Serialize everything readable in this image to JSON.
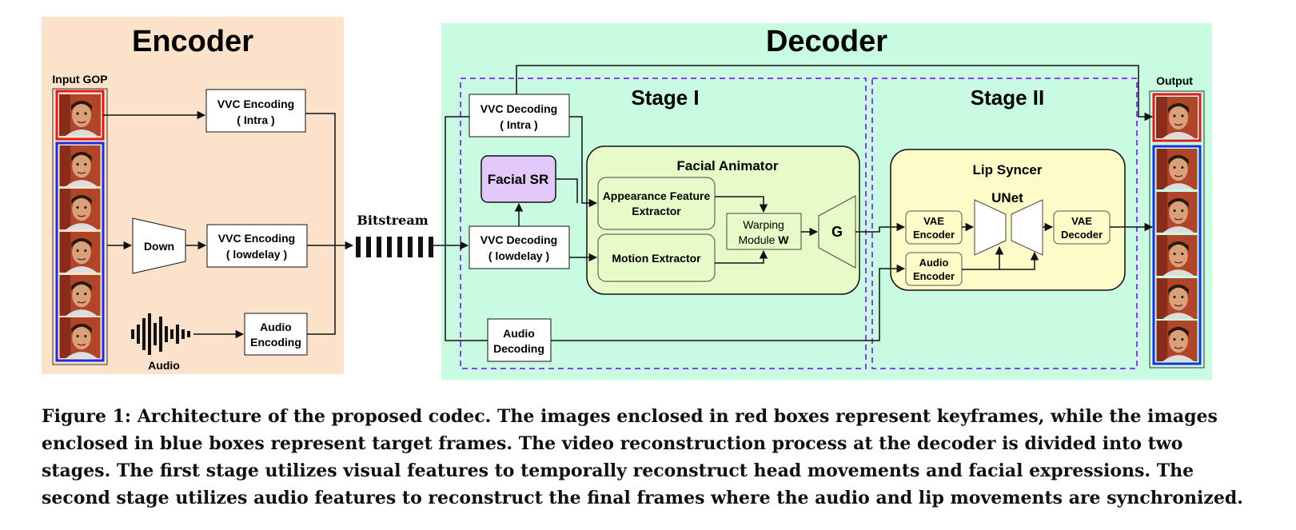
{
  "encoder": {
    "title": "Encoder",
    "input_label": "Input GOP",
    "blocks": {
      "intra": [
        "VVC Encoding",
        "( Intra )"
      ],
      "down": "Down",
      "lowdelay": [
        "VVC Encoding",
        "( lowdelay )"
      ],
      "audio": [
        "Audio",
        "Encoding"
      ]
    },
    "audio_label": "Audio"
  },
  "bitstream_label": "Bitstream",
  "decoder": {
    "title": "Decoder",
    "stage1": "Stage I",
    "stage2": "Stage II",
    "output_label": "Output",
    "blocks": {
      "vvc_intra": [
        "VVC Decoding",
        "( Intra )"
      ],
      "facial_sr": "Facial SR",
      "vvc_lowdelay": [
        "VVC Decoding",
        "( lowdelay )"
      ],
      "audio_dec": [
        "Audio",
        "Decoding"
      ],
      "facial_animator": "Facial Animator",
      "appearance": [
        "Appearance Feature",
        "Extractor"
      ],
      "motion": "Motion Extractor",
      "warping": [
        "Warping",
        "Module",
        "W"
      ],
      "g": "G",
      "lip_syncer": "Lip Syncer",
      "unet": "UNet",
      "vae_enc": [
        "VAE",
        "Encoder"
      ],
      "audio_enc": [
        "Audio",
        "Encoder"
      ],
      "vae_dec": [
        "VAE",
        "Decoder"
      ]
    }
  },
  "colors": {
    "encoder_bg": "#fde2cb",
    "decoder_bg": "#c9fbe3",
    "facial_animator_bg": "#e6fbc8",
    "lip_syncer_bg": "#fdfbc8",
    "facial_sr_bg": "#e3c8fb",
    "stage_border": "#8a3ff0",
    "keyframe_border": "#e01b1b",
    "target_border": "#1a2fe0"
  },
  "caption": "Figure 1: Architecture of the proposed codec. The images enclosed in red boxes represent keyframes, while the images enclosed in blue boxes represent target frames. The video reconstruction process at the decoder is divided into two stages. The first stage utilizes visual features to temporally reconstruct head movements and facial expressions. The second stage utilizes audio features to reconstruct the final frames where the audio and lip movements are synchronized."
}
